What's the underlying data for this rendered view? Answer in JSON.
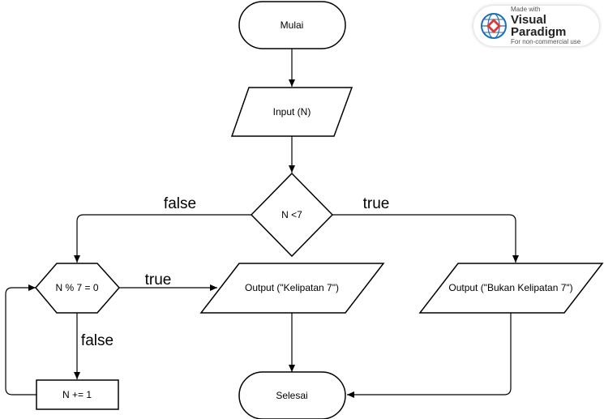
{
  "diagram": {
    "nodes": {
      "start": "Mulai",
      "input": "Input (N)",
      "cond_lt7": "N <7",
      "cond_mod7": "N % 7 = 0",
      "increment": "N += 1",
      "output_multiple": "Output (\"Kelipatan 7\")",
      "output_not_multiple": "Output (\"Bukan Kelipatan 7\")",
      "end": "Selesai"
    },
    "edge_labels": {
      "lt7_false": "false",
      "lt7_true": "true",
      "mod7_true": "true",
      "mod7_false": "false"
    }
  },
  "watermark": {
    "made_with": "Made with",
    "brand": "Visual Paradigm",
    "license": "For non-commercial use"
  },
  "colors": {
    "stroke": "#000000",
    "background": "#ffffff",
    "logo_blue": "#1f6fb5",
    "logo_red": "#d93a3a"
  }
}
